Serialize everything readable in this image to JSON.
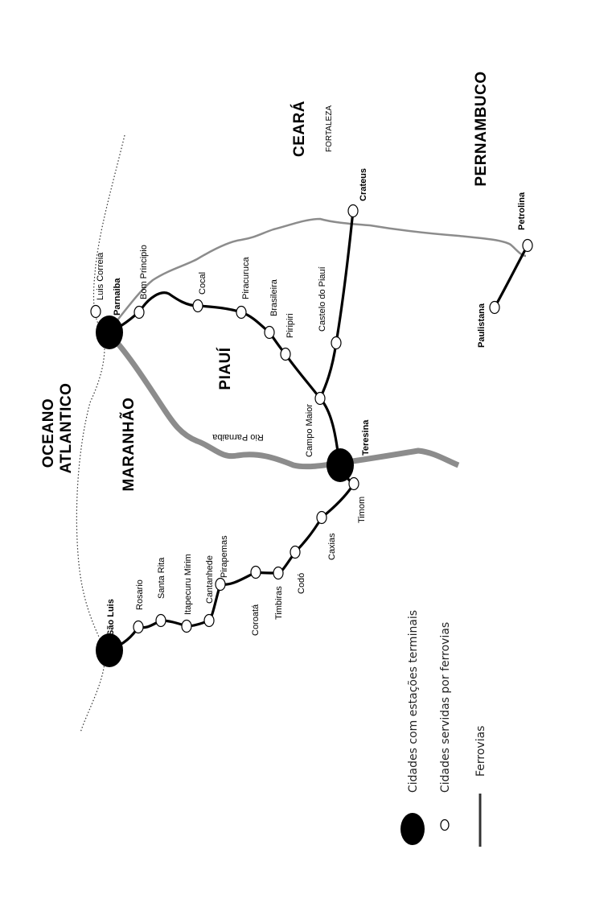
{
  "map": {
    "regions": {
      "ocean": "OCEANO",
      "ocean2": "ATLANTICO",
      "maranhao": "MARANHÃO",
      "piaui": "PIAUÍ",
      "ceara": "CEARÁ",
      "pernambuco": "PERNAMBUCO",
      "fortaleza": "FORTALEZA",
      "river": "Rio Parnaiba"
    },
    "terminals": {
      "sao_luis": "São Luis",
      "parnaiba": "Parnaiba",
      "teresina": "Teresina"
    },
    "stations": {
      "luis_correia": "Luis Correia",
      "bom_principio": "Bom Principio",
      "cocal": "Cocal",
      "piracuruca": "Piracuruca",
      "brasileira": "Brasileira",
      "piripiri": "Piripiri",
      "castelo": "Castelo do Piauí",
      "crateus": "Crateus",
      "campo_maior": "Campo Maior",
      "timom": "Timom",
      "caxias": "Caxias",
      "codo": "Codó",
      "timbiras": "Timbiras",
      "coroata": "Coroatá",
      "pirapemas": "Pirapemas",
      "cantanhede": "Cantanhede",
      "itapecuru": "Itapecuru Mirim",
      "santa_rita": "Santa Rita",
      "rosario": "Rosario",
      "petrolina": "Petrolina",
      "paulistana": "Paulistana"
    },
    "colors": {
      "rail": "#000000",
      "border": "#8c8c8c",
      "river": "#8c8c8c",
      "coast": "#333333"
    }
  },
  "legend": {
    "terminal_label": "Cidades com estações terminais",
    "served_label": "Cidades servidas por ferrovias",
    "rail_label": "Ferrovias"
  }
}
